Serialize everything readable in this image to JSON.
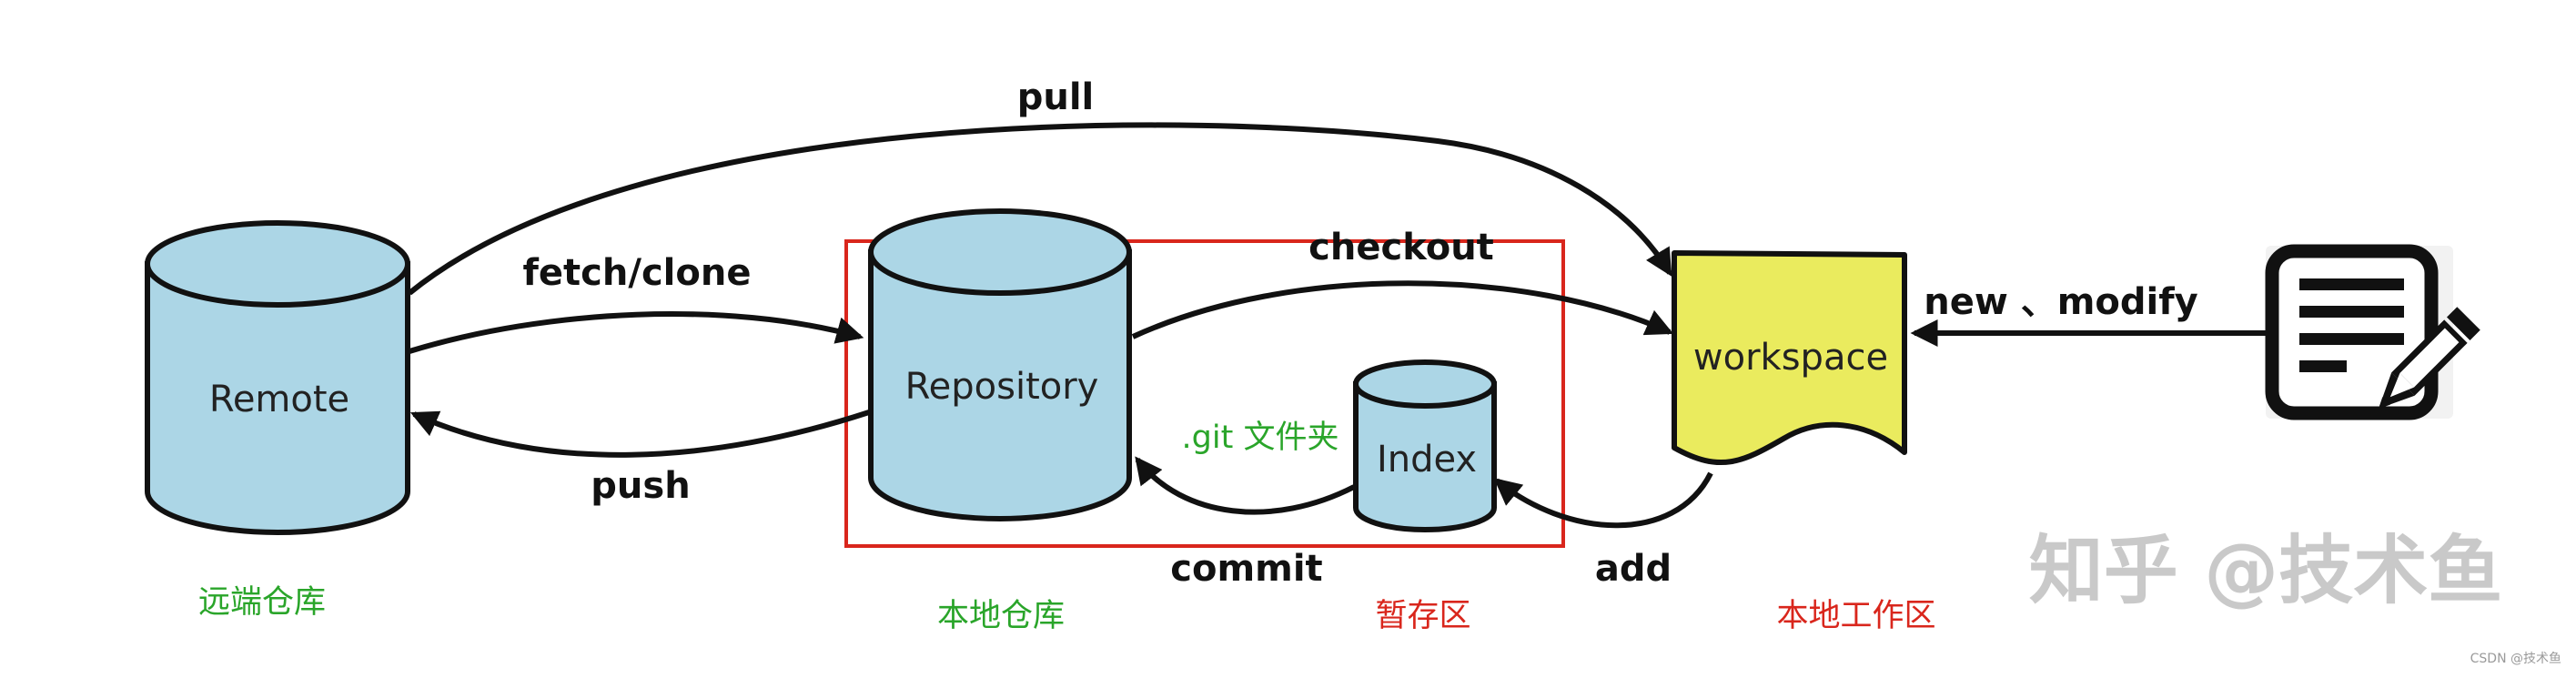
{
  "nodes": {
    "remote": "Remote",
    "repository": "Repository",
    "index": "Index",
    "workspace": "workspace"
  },
  "edges": {
    "pull": "pull",
    "fetch_clone": "fetch/clone",
    "push": "push",
    "checkout": "checkout",
    "commit": "commit",
    "add": "add",
    "new_modify": "new 、modify"
  },
  "captions": {
    "remote": "远端仓库",
    "local_repo": "本地仓库",
    "staging": "暂存区",
    "workdir": "本地工作区",
    "git_folder": ".git 文件夹"
  },
  "watermark": {
    "main": "知乎 @技术鱼",
    "corner": "CSDN @技术鱼"
  },
  "colors": {
    "cylinder_fill": "#acd6e6",
    "workspace_fill": "#eaeb5e",
    "local_box": "#d9261c",
    "green_text": "#2aa52a",
    "red_text": "#d9261c",
    "stroke": "#111111"
  },
  "icons": {
    "editor": "document-edit-icon"
  }
}
